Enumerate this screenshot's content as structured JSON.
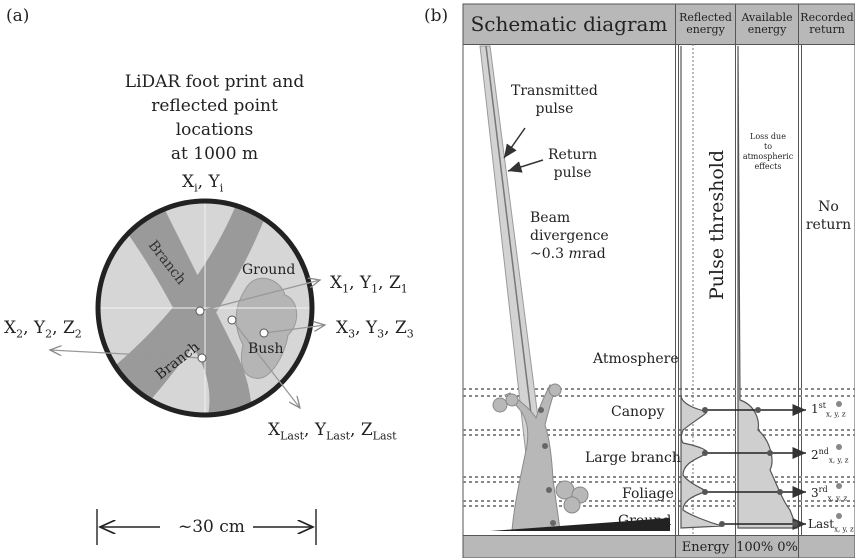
{
  "panel_a": {
    "label": "(a)",
    "title_lines": [
      "LiDAR foot print and",
      "reflected point locations",
      "at 1000 m"
    ],
    "incident_base": "X",
    "incident_sub": "i",
    "incident_sep": ", ",
    "incident_base_y": "Y",
    "region_labels": {
      "branch_upper": "Branch",
      "branch_lower": "Branch",
      "ground": "Ground",
      "bush": "Bush"
    },
    "points": [
      {
        "id": "1",
        "x": "X",
        "y": "Y",
        "z": "Z",
        "sub": "1"
      },
      {
        "id": "2",
        "x": "X",
        "y": "Y",
        "z": "Z",
        "sub": "2"
      },
      {
        "id": "3",
        "x": "X",
        "y": "Y",
        "z": "Z",
        "sub": "3"
      },
      {
        "id": "last",
        "x": "X",
        "y": "Y",
        "z": "Z",
        "sub": "Last"
      }
    ],
    "scale": "~30 cm"
  },
  "panel_b": {
    "label": "(b)",
    "headers": {
      "schematic": "Schematic diagram",
      "reflected": [
        "Reflected",
        "energy"
      ],
      "available": [
        "Available",
        "energy"
      ],
      "recorded": [
        "Recorded",
        "return"
      ]
    },
    "annotations": {
      "transmitted": [
        "Transmitted",
        "pulse"
      ],
      "return_pulse": [
        "Return",
        "pulse"
      ],
      "beam": [
        "Beam",
        "divergence"
      ],
      "beam_value": "~0.3 ",
      "beam_unit_m": "m",
      "beam_unit_rad": "rad",
      "atmosphere": "Atmosphere",
      "pulse_threshold": "Pulse threshold",
      "loss": [
        "Loss due",
        "to",
        "atmospheric",
        "effects"
      ],
      "no_return": [
        "No",
        "return"
      ]
    },
    "layers": [
      "Canopy",
      "Large branch",
      "Foliage",
      "Ground"
    ],
    "returns": [
      {
        "ord": "1",
        "sup": "st"
      },
      {
        "ord": "2",
        "sup": "nd"
      },
      {
        "ord": "3",
        "sup": "rd"
      },
      {
        "ord": "Last",
        "sup": ""
      }
    ],
    "return_subscript": "x, y, z",
    "footer": {
      "energy": "Energy",
      "available_100": "100%",
      "available_0": "0%"
    }
  }
}
